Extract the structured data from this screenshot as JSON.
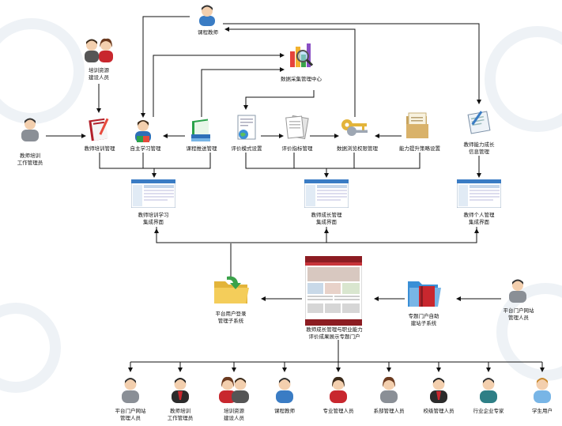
{
  "nodes": {
    "teacher_top": "课程教师",
    "training_builder": [
      "培训资源",
      "建设人员"
    ],
    "data_center": "数据采集管理中心",
    "training_admin": [
      "教师培训",
      "工作管理员"
    ],
    "teacher_training_mgmt": "教师培训管理",
    "self_study_mgmt": "自主学习管理",
    "course_push_mgmt": "课程推送管理",
    "eval_mode_setting": "评价模式设置",
    "eval_index_mgmt": "评价指标管理",
    "data_permission_mgmt": "数据浏览权限管理",
    "ability_strategy": "能力提升策略设置",
    "growth_info_mgmt": [
      "教师能力成长",
      "信息管理"
    ],
    "ui_training_study": [
      "教师培训学习",
      "集成界面"
    ],
    "ui_growth_mgmt": [
      "教师成长管理",
      "集成界面"
    ],
    "ui_personal_mgmt": [
      "教师个人管理",
      "集成界面"
    ],
    "login_subsystem": [
      "平台用户登录",
      "管理子系统"
    ],
    "portal": [
      "教师成长管理与职业能力",
      "评价成果展示专题门户"
    ],
    "portal_builder": [
      "专题门户自助",
      "建站子系统"
    ],
    "portal_admin_right": [
      "平台门户网站",
      "管理人员"
    ]
  },
  "bottom_users": [
    [
      "平台门户网站",
      "管理人员"
    ],
    [
      "教师培训",
      "工作管理员"
    ],
    [
      "培训资源",
      "建设人员"
    ],
    [
      "课程教师"
    ],
    [
      "专业管理人员"
    ],
    [
      "系部管理人员"
    ],
    [
      "校级管理人员"
    ],
    [
      "行业企业专家"
    ],
    [
      "学生用户"
    ]
  ],
  "colors": {
    "line": "#111111",
    "person_gray": "#8a8f96",
    "person_red": "#c8272e",
    "person_blue": "#3a7cc4",
    "skin": "#f3cfae"
  }
}
